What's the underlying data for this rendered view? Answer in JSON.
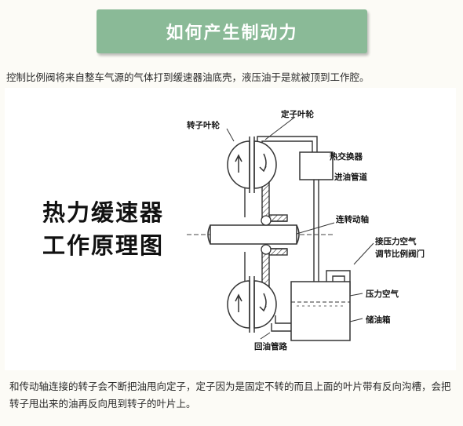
{
  "header": {
    "title": "如何产生制动力"
  },
  "intro_text": "控制比例阀将来自整车气源的气体打到缓速器油底壳，液压油于是就被顶到工作腔。",
  "diagram": {
    "title_line1": "热力缓速器",
    "title_line2": "工作原理图",
    "labels": {
      "rotor": "转子叶轮",
      "stator": "定子叶轮",
      "heat_exchanger": "热交换器",
      "oil_inlet": "进油管道",
      "drive_shaft": "连转动轴",
      "air_connect_line1": "接压力空气",
      "air_connect_line2": "调节比例阀门",
      "pressure_air": "压力空气",
      "oil_tank": "储油箱",
      "return_pipe": "回油管路"
    }
  },
  "body_text": "和传动轴连接的转子会不断把油甩向定子，定子因为是固定不转的而且上面的叶片带有反向沟槽，会把转子甩出来的油再反向甩到转子的叶片上。"
}
